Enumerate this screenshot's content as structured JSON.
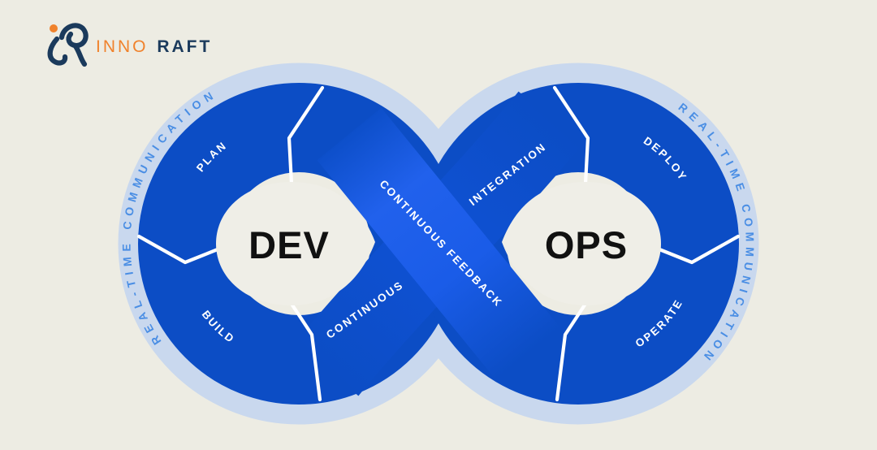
{
  "logo": {
    "icon_name": "innoraft-monogram-icon",
    "name_part1": "INNO",
    "name_part2": "RAFT",
    "orange": "#f0822c",
    "navy": "#1b3a5c"
  },
  "diagram": {
    "type": "devops-infinity-loop",
    "title_left": "DEV",
    "title_right": "OPS",
    "left_ring_label": "REAL-TIME COMMUNICATION",
    "right_ring_label": "REAL-TIME COMMUNICATION",
    "left_segments": [
      "PLAN",
      "BUILD"
    ],
    "right_segments": [
      "DEPLOY",
      "OPERATE"
    ],
    "integration_ribbon_labels": [
      "CONTINUOUS",
      "INTEGRATION"
    ],
    "feedback_ribbon_label": "CONTINUOUS FEEDBACK",
    "colors": {
      "background": "#edece3",
      "outer_ring": "#c9d8ee",
      "loop_blue": "#0c4dc5",
      "ribbon_highlight": "#2161ec",
      "ring_text": "#4a8ee4",
      "segment_text": "#ffffff",
      "center_text": "#111111",
      "divider": "#ffffff",
      "center_fill": "#efeee7"
    }
  }
}
